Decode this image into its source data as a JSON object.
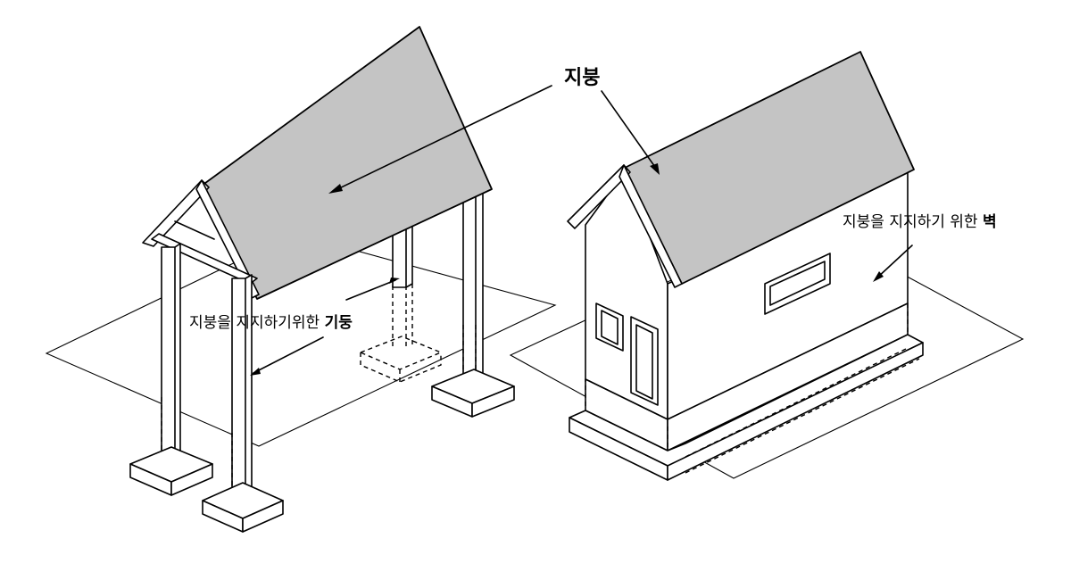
{
  "labels": {
    "roof": "지붕",
    "column_prefix": "지붕을 지지하기위한 ",
    "column_emphasis": "기둥",
    "wall_prefix": "지붕을 지지하기 위한 ",
    "wall_emphasis": "벽"
  },
  "colors": {
    "roof_fill": "#c4c4c4",
    "line": "#000000",
    "background": "#ffffff"
  }
}
